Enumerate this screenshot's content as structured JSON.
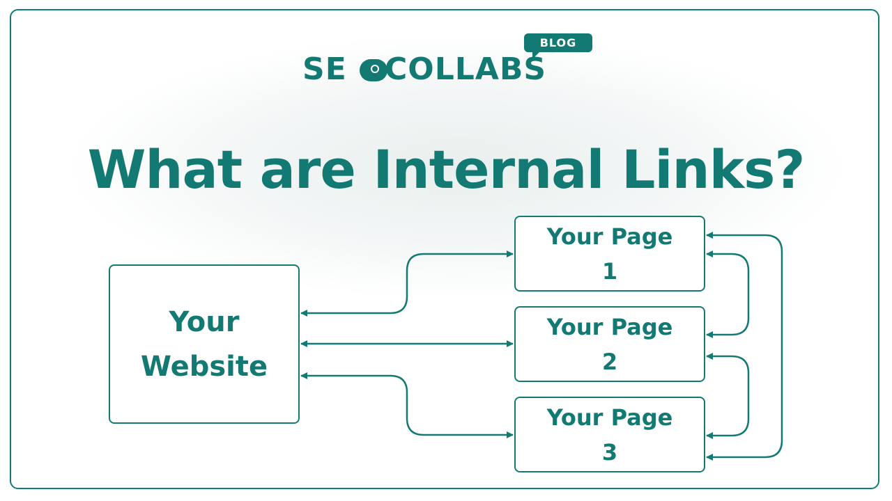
{
  "logo": {
    "seo": "SEO",
    "collabs": "COLLABS",
    "badge": "BLOG"
  },
  "title": "What are Internal Links?",
  "diagram": {
    "website": {
      "line1": "Your",
      "line2": "Website"
    },
    "pages": [
      {
        "line1": "Your Page",
        "line2": "1"
      },
      {
        "line1": "Your Page",
        "line2": "2"
      },
      {
        "line1": "Your Page",
        "line2": "3"
      }
    ]
  },
  "colors": {
    "accent": "#137a73",
    "background": "#ffffff"
  }
}
